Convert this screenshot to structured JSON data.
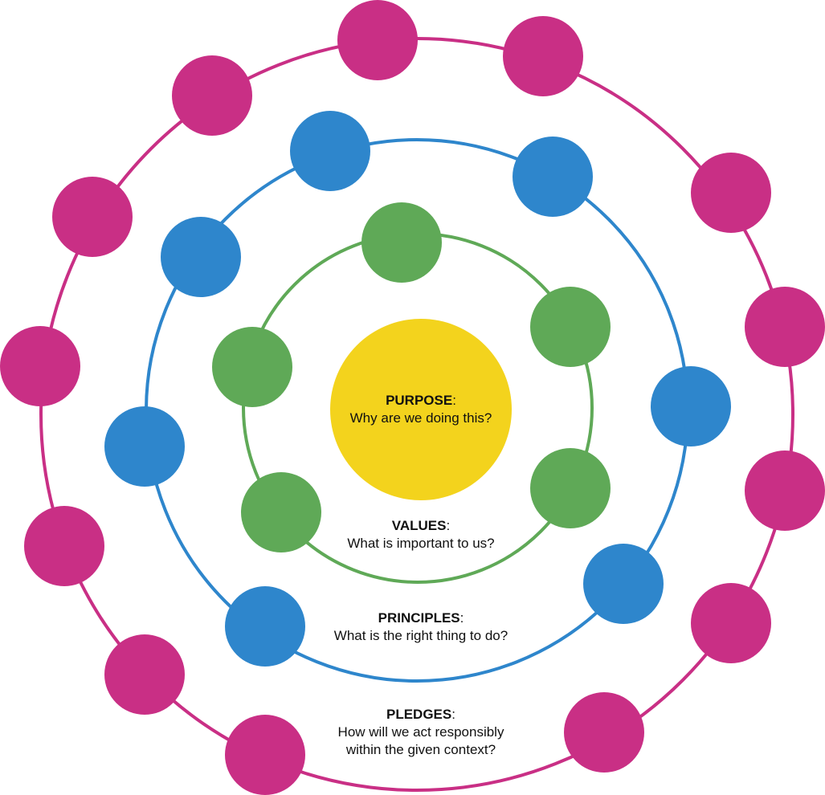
{
  "colors": {
    "pledges": "#c92f85",
    "principles": "#2e86cc",
    "values": "#5fa957",
    "purpose": "#f3d31d"
  },
  "purpose": {
    "heading": "PURPOSE",
    "colon": ":",
    "question": "Why are we doing this?"
  },
  "values": {
    "heading": "VALUES",
    "colon": ":",
    "question": "What is important to us?"
  },
  "principles": {
    "heading": "PRINCIPLES",
    "colon": ":",
    "question": "What is the right thing to do?"
  },
  "pledges": {
    "heading": "PLEDGES",
    "colon": ":",
    "question_line1": "How will we act responsibly",
    "question_line2": "within the given context?"
  }
}
